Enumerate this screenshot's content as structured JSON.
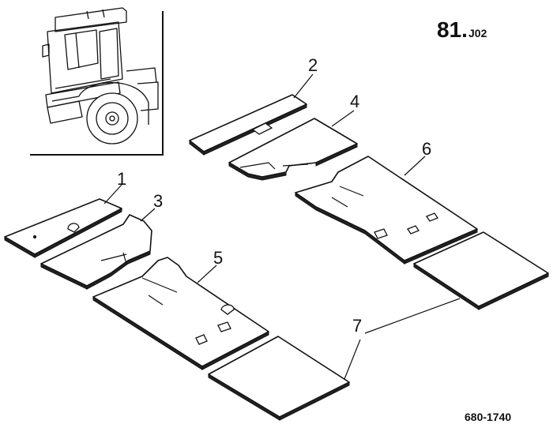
{
  "header": {
    "group_code_main": "81.",
    "group_code_sub": "J02"
  },
  "footer": {
    "drawing_number": "680-1740"
  },
  "callouts": {
    "c1": "1",
    "c2": "2",
    "c3": "3",
    "c4": "4",
    "c5": "5",
    "c6": "6",
    "c7": "7"
  },
  "icons": {
    "inset": "truck-cab-icon"
  }
}
